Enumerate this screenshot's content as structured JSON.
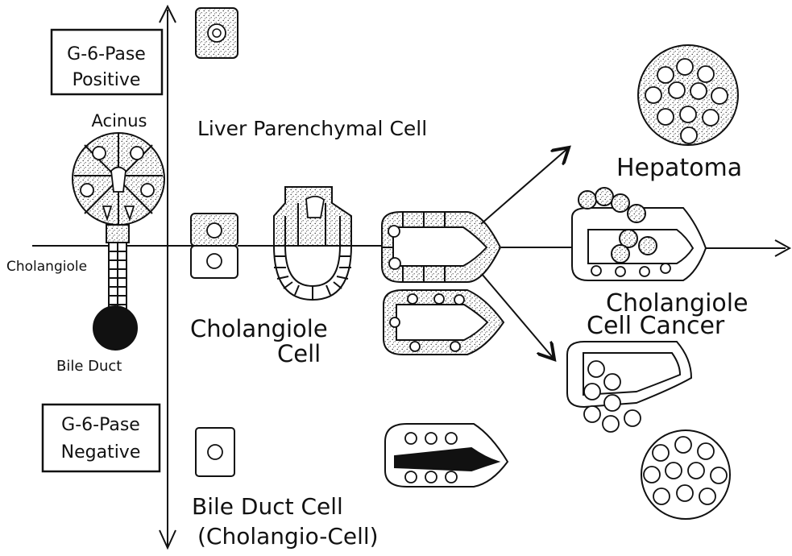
{
  "labels": {
    "g6pase_positive_line1": "G-6-Pase",
    "g6pase_positive_line2": "Positive",
    "acinus": "Acinus",
    "cholangiole": "Cholangiole",
    "bile_duct": "Bile Duct",
    "g6pase_negative_line1": "G-6-Pase",
    "g6pase_negative_line2": "Negative",
    "liver_parenchymal_cell": "Liver Parenchymal Cell",
    "cholangiole_cell_line1": "Cholangiole",
    "cholangiole_cell_line2": "Cell",
    "bile_duct_cell_line1": "Bile Duct Cell",
    "bile_duct_cell_line2": "(Cholangio-Cell)",
    "hepatoma": "Hepatoma",
    "cholangiole_cell_cancer_line1": "Cholangiole",
    "cholangiole_cell_cancer_line2": "Cell Cancer"
  }
}
